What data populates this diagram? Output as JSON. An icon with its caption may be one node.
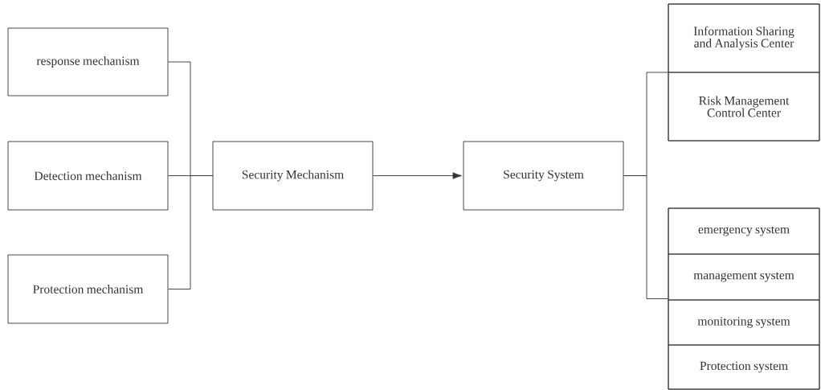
{
  "diagram": {
    "nodes": [
      {
        "text": [
          "response mechanism"
        ]
      },
      {
        "text": [
          "Detection mechanism"
        ]
      },
      {
        "text": [
          "Protection mechanism"
        ]
      },
      {
        "text": [
          "Security Mechanism"
        ]
      },
      {
        "text": [
          "Security System"
        ]
      },
      {
        "text": [],
        "shape": "box"
      },
      {
        "text": [
          "Information Sharing and Analysis Center"
        ],
        "in": 5
      },
      {
        "text": [
          "Risk Management Control Center"
        ],
        "in": 5
      },
      {
        "text": [],
        "shape": "box"
      },
      {
        "text": [
          "emergency system"
        ],
        "in": 8
      },
      {
        "text": [
          "management system"
        ],
        "in": 8
      },
      {
        "text": [
          "monitoring system"
        ],
        "in": 8
      },
      {
        "text": [
          "Protection system"
        ],
        "in": 8
      }
    ],
    "edges": [
      {
        "from": 0,
        "to": 3,
        "arrow": "none"
      },
      {
        "from": 1,
        "to": 3,
        "arrow": "none"
      },
      {
        "from": 2,
        "to": 3,
        "arrow": "none"
      },
      {
        "from": 3,
        "to": 4,
        "arrow": "to"
      },
      {
        "from": 4,
        "to": 5,
        "arrow": "none"
      },
      {
        "from": 4,
        "to": 8,
        "arrow": "none"
      }
    ]
  }
}
